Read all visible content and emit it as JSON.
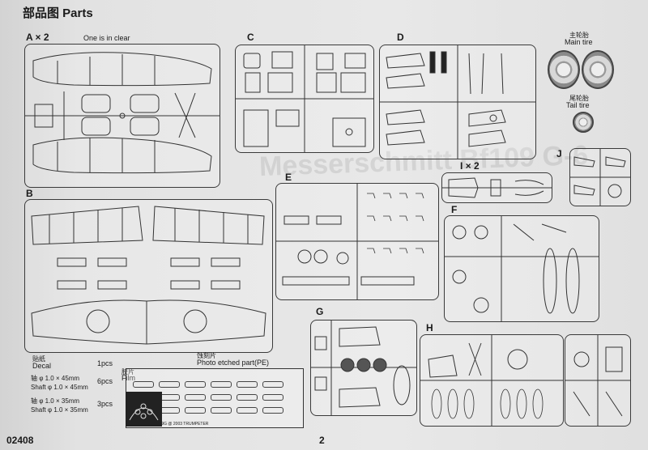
{
  "header": {
    "title": "部品图  Parts"
  },
  "parts": {
    "A": {
      "label": "A × 2",
      "note": "One is in clear"
    },
    "B": {
      "label": "B"
    },
    "C": {
      "label": "C"
    },
    "D": {
      "label": "D"
    },
    "E": {
      "label": "E"
    },
    "F": {
      "label": "F"
    },
    "G": {
      "label": "G"
    },
    "H": {
      "label": "H"
    },
    "I": {
      "label": "I × 2"
    },
    "J": {
      "label": "J"
    }
  },
  "tires": {
    "main_cn": "主轮胎",
    "main_en": "Main tire",
    "tail_cn": "尾轮胎",
    "tail_en": "Tail tire"
  },
  "legend": {
    "decal_cn": "贴纸",
    "decal_en": "Decal",
    "decal_qty": "1pcs",
    "shaft45_cn": "轴 φ 1.0 × 45mm",
    "shaft45_en": "Shaft φ 1.0 × 45mm",
    "shaft45_qty": "6pcs",
    "shaft35_cn": "轴 φ 1.0 × 35mm",
    "shaft35_en": "Shaft φ 1.0 × 35mm",
    "shaft35_qty": "3pcs",
    "film_cn": "胶片",
    "film_en": "Film",
    "pe_cn": "蚀刻片",
    "pe_en": "Photo etched part(PE)",
    "pe_caption": "02408  1/24  BF109G  @ 2003  TRUMPETER"
  },
  "footer": {
    "code": "02408",
    "page": "2"
  }
}
